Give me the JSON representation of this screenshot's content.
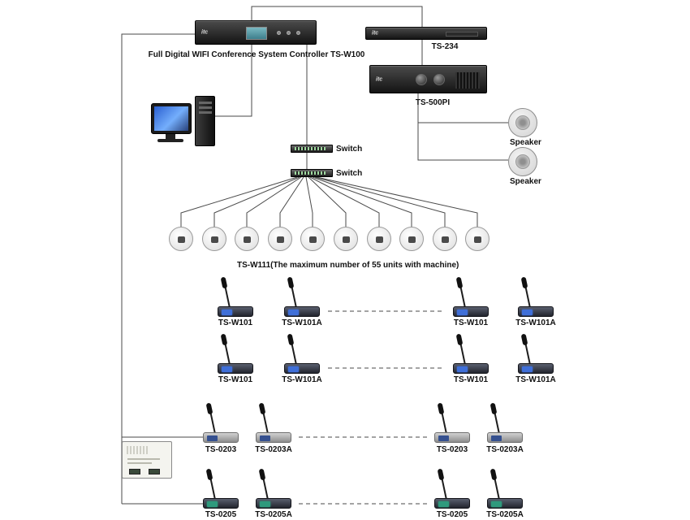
{
  "brand": "itc",
  "top": {
    "controller_label": "Full Digital WIFI Conference System Controller TS-W100",
    "ts234_label": "TS-234",
    "ts500pi_label": "TS-500PI",
    "speaker1_label": "Speaker",
    "speaker2_label": "Speaker",
    "switch1_label": "Switch",
    "switch2_label": "Switch"
  },
  "ceiling_note": "TS-W111(The maximum number of 55 units with machine)",
  "rows": [
    {
      "mics": [
        "TS-W101",
        "TS-W101A",
        "TS-W101",
        "TS-W101A"
      ]
    },
    {
      "mics": [
        "TS-W101",
        "TS-W101A",
        "TS-W101",
        "TS-W101A"
      ]
    },
    {
      "mics": [
        "TS-0203",
        "TS-0203A",
        "TS-0203",
        "TS-0203A"
      ]
    },
    {
      "mics": [
        "TS-0205",
        "TS-0205A",
        "TS-0205",
        "TS-0205A"
      ]
    }
  ]
}
